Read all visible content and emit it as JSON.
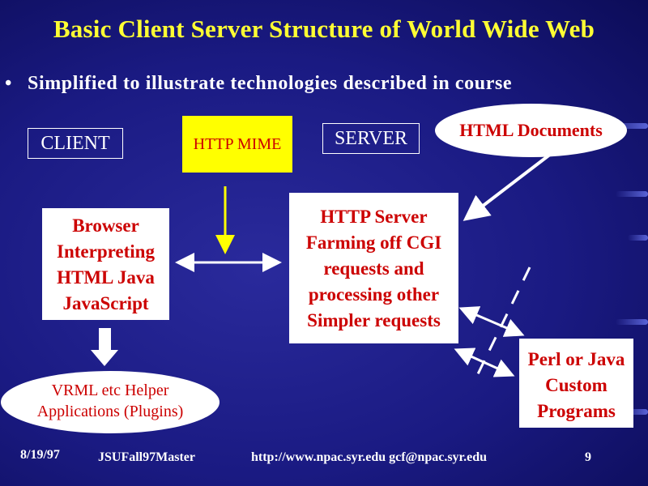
{
  "title": "Basic Client Server Structure of World Wide Web",
  "bullet": {
    "marker": "•",
    "text": "Simplified to illustrate technologies described in course"
  },
  "labels": {
    "client": "CLIENT",
    "http_mime": "HTTP MIME",
    "server": "SERVER"
  },
  "nodes": {
    "html_documents": "HTML Documents",
    "browser": [
      "Browser",
      "Interpreting",
      "HTML Java",
      "JavaScript"
    ],
    "http_server": [
      "HTTP Server",
      "Farming off CGI",
      "requests and",
      "processing other",
      "Simpler requests"
    ],
    "helper_apps": [
      "VRML etc Helper",
      "Applications (Plugins)"
    ],
    "custom_programs": [
      "Perl or Java",
      "Custom",
      "Programs"
    ]
  },
  "footer": {
    "date": "8/19/97",
    "master": "JSUFall97Master",
    "url_email": "http://www.npac.syr.edu gcf@npac.syr.edu",
    "page": "9"
  },
  "colors": {
    "background": "#1a1a82",
    "title": "#ffff33",
    "node_text": "#cc0000",
    "highlight": "#ffff00",
    "arrow": "#ffffff"
  }
}
